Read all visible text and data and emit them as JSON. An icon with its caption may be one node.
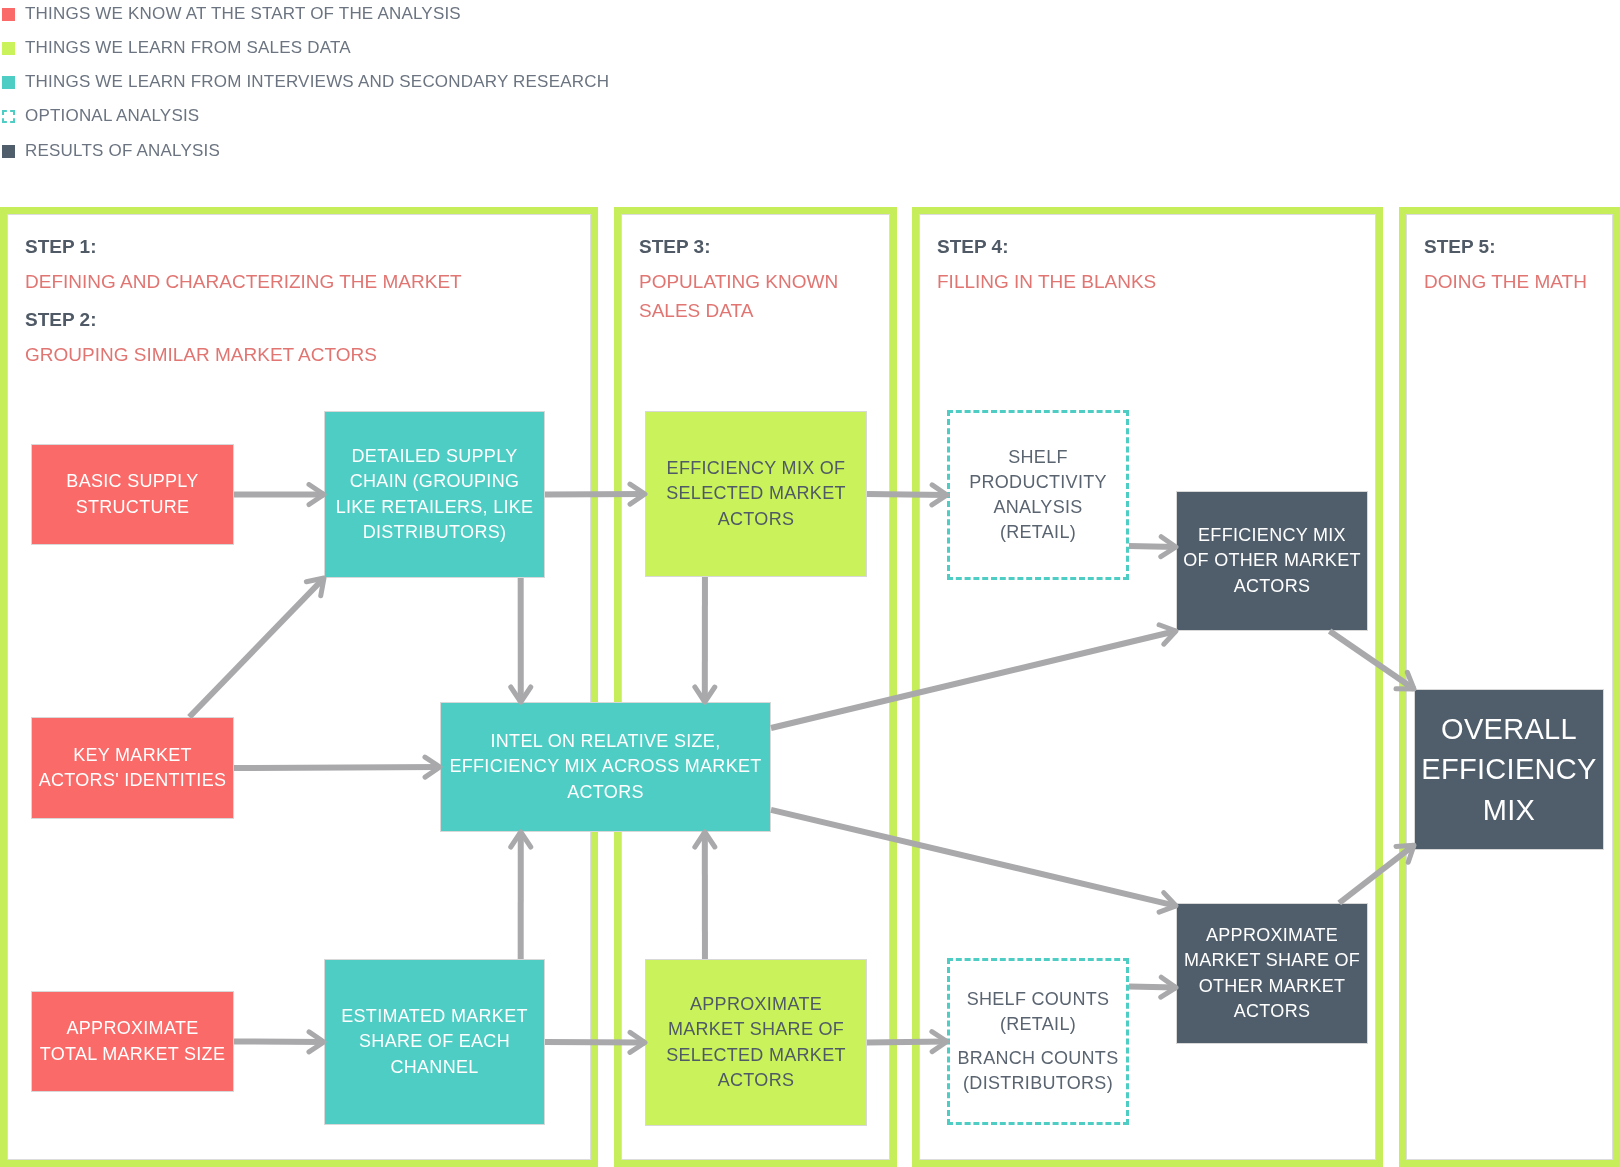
{
  "diagram": {
    "nodes": [
      {
        "text": [
          "STEP 1:",
          "DEFINING AND CHARACTERIZING THE MARKET",
          "STEP 2:",
          "GROUPING SIMILAR MARKET ACTORS"
        ]
      },
      {
        "text": [
          "STEP 3:",
          "POPULATING KNOWN SALES DATA"
        ]
      },
      {
        "text": [
          "STEP 4:",
          "FILLING IN THE BLANKS"
        ]
      },
      {
        "text": [
          "STEP 5:",
          "DOING THE MATH"
        ]
      },
      {
        "text": [
          "BASIC SUPPLY STRUCTURE"
        ],
        "in": 0
      },
      {
        "text": [
          "DETAILED SUPPLY CHAIN (GROUPING LIKE RETAILERS, LIKE DISTRIBUTORS)"
        ],
        "in": 0
      },
      {
        "text": [
          "KEY MARKET ACTORS' IDENTITIES"
        ],
        "in": 0
      },
      {
        "text": [
          "INTEL ON RELATIVE SIZE, EFFICIENCY MIX ACROSS MARKET ACTORS"
        ]
      },
      {
        "text": [
          "APPROXIMATE TOTAL MARKET SIZE"
        ],
        "in": 0
      },
      {
        "text": [
          "ESTIMATED MARKET SHARE OF EACH CHANNEL"
        ],
        "in": 0
      },
      {
        "text": [
          "EFFICIENCY MIX OF SELECTED MARKET ACTORS"
        ],
        "in": 1
      },
      {
        "text": [
          "APPROXIMATE MARKET SHARE OF SELECTED MARKET ACTORS"
        ],
        "in": 1
      },
      {
        "text": [
          "SHELF PRODUCTIVITY ANALYSIS (RETAIL)"
        ],
        "in": 2
      },
      {
        "text": [
          "SHELF COUNTS (RETAIL)",
          "BRANCH COUNTS (DISTRIBUTORS)"
        ],
        "in": 2
      },
      {
        "text": [
          "EFFICIENCY MIX OF OTHER MARKET ACTORS"
        ],
        "in": 2
      },
      {
        "text": [
          "APPROXIMATE MARKET SHARE OF OTHER MARKET ACTORS"
        ],
        "in": 2
      },
      {
        "text": [
          "OVERALL EFFICIENCY MIX"
        ],
        "in": 3
      }
    ],
    "edges": [
      {
        "from": 4,
        "to": 5,
        "arrow": "to"
      },
      {
        "from": 6,
        "to": 5,
        "arrow": "to"
      },
      {
        "from": 6,
        "to": 7,
        "arrow": "to"
      },
      {
        "from": 8,
        "to": 9,
        "arrow": "to"
      },
      {
        "from": 5,
        "to": 7,
        "arrow": "to"
      },
      {
        "from": 9,
        "to": 7,
        "arrow": "to"
      },
      {
        "from": 5,
        "to": 10,
        "arrow": "to"
      },
      {
        "from": 9,
        "to": 11,
        "arrow": "to"
      },
      {
        "from": 10,
        "to": 7,
        "arrow": "to"
      },
      {
        "from": 11,
        "to": 7,
        "arrow": "to"
      },
      {
        "from": 10,
        "to": 12,
        "arrow": "to"
      },
      {
        "from": 11,
        "to": 13,
        "arrow": "to"
      },
      {
        "from": 12,
        "to": 14,
        "arrow": "to"
      },
      {
        "from": 13,
        "to": 15,
        "arrow": "to"
      },
      {
        "from": 7,
        "to": 14,
        "arrow": "to"
      },
      {
        "from": 7,
        "to": 15,
        "arrow": "to"
      },
      {
        "from": 14,
        "to": 16,
        "arrow": "to"
      },
      {
        "from": 15,
        "to": 16,
        "arrow": "to"
      }
    ],
    "legend": [
      {
        "text": "THINGS WE KNOW AT THE START OF THE ANALYSIS",
        "color": "#fa6a68"
      },
      {
        "text": "THINGS WE LEARN FROM SALES DATA",
        "color": "#c9f25b"
      },
      {
        "text": "THINGS WE LEARN FROM INTERVIEWS AND SECONDARY RESEARCH",
        "color": "#4ecdc4"
      },
      {
        "text": "OPTIONAL ANALYSIS"
      },
      {
        "text": "RESULTS OF ANALYSIS",
        "color": "#505e6c"
      }
    ]
  }
}
